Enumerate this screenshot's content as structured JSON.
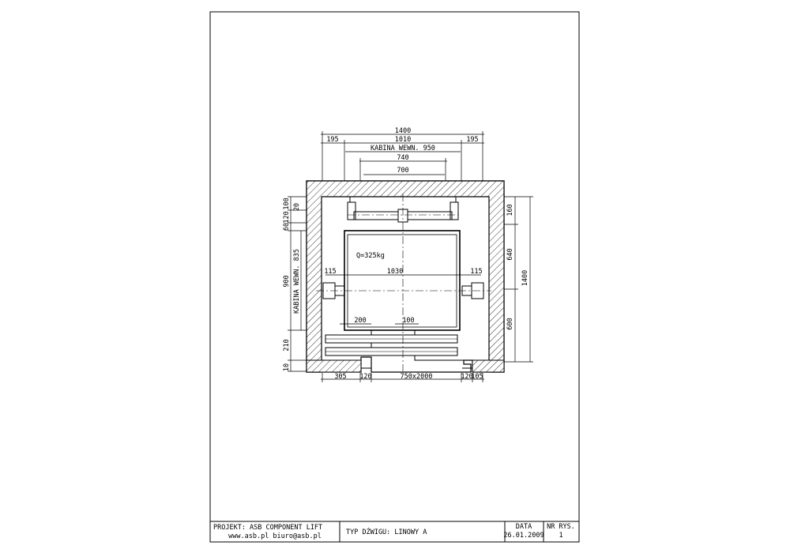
{
  "drawing": {
    "top_dims": {
      "overall": "1400",
      "left_gap": "195",
      "opening": "1010",
      "right_gap": "195",
      "cabin_inner": "KABINA WEWN. 950",
      "rail_span": "740",
      "rail_inner": "700"
    },
    "right_dims": {
      "top": "160",
      "middle": "640",
      "bottom": "600",
      "overall": "1400"
    },
    "left_dims": {
      "a": "100",
      "b": "120",
      "c": "60",
      "d": "20",
      "cabin_inner": "KABINA WEWN. 835",
      "e": "900",
      "f": "210",
      "g": "10"
    },
    "inner_dims": {
      "left_115": "115",
      "width_1030": "1030",
      "right_115": "115",
      "d200": "200",
      "d100": "100"
    },
    "load_label": "Q=325kg",
    "bottom_dims": {
      "a": "305",
      "b": "120",
      "door": "750x2000",
      "c": "120",
      "d": "105"
    }
  },
  "title_block": {
    "project": "PROJEKT: ASB COMPONENT LIFT",
    "contact": "www.asb.pl  biuro@asb.pl",
    "type_label": "TYP DŹWIGU: LINOWY A",
    "date_label": "DATA",
    "date_value": "26.01.2009",
    "sheet_no_label": "NR RYS.",
    "sheet_no_value": "1"
  }
}
